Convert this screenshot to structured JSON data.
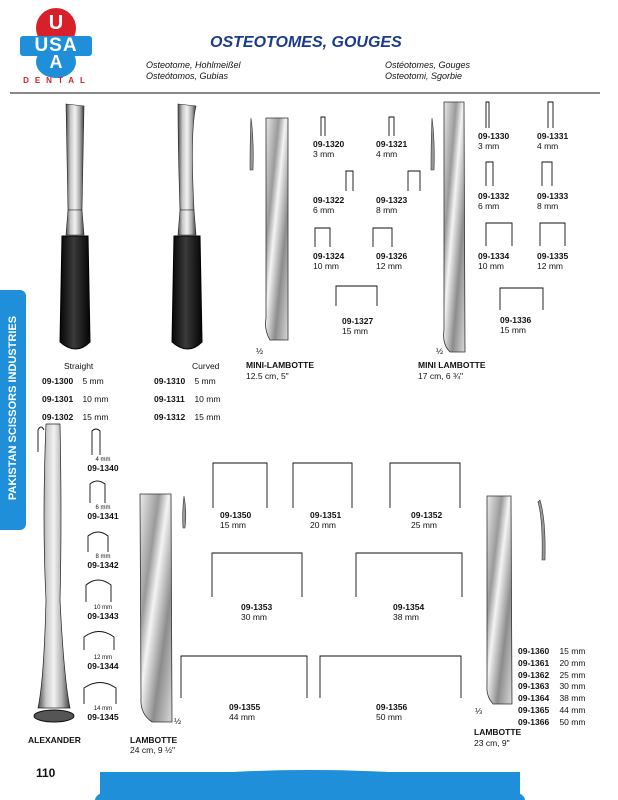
{
  "header": {
    "logo_top": "U",
    "logo_mid": "USA",
    "logo_bottom": "A",
    "logo_arc": "DENTAL",
    "title": "OSTEOTOMES, GOUGES",
    "subtitles": {
      "de": "Osteotome, Hohlmeißel",
      "es": "Osteótomos, Gubias",
      "fr": "Ostéotomes, Gouges",
      "it": "Osteotomi, Sgorbie"
    }
  },
  "side_tab": "PAKISTAN SCISSORS INDUSTRIES",
  "page_number": "110",
  "straight": {
    "title": "Straight",
    "items": [
      {
        "code": "09-1300",
        "size": "5 mm"
      },
      {
        "code": "09-1301",
        "size": "10 mm"
      },
      {
        "code": "09-1302",
        "size": "15 mm"
      }
    ]
  },
  "curved": {
    "title": "Curved",
    "items": [
      {
        "code": "09-1310",
        "size": "5 mm"
      },
      {
        "code": "09-1311",
        "size": "10 mm"
      },
      {
        "code": "09-1312",
        "size": "15 mm"
      }
    ]
  },
  "mini_lambotte_small": {
    "name": "MINI-LAMBOTTE",
    "dims": "12.5 cm, 5\"",
    "scale": "½",
    "items": [
      {
        "code": "09-1320",
        "size": "3 mm"
      },
      {
        "code": "09-1321",
        "size": "4 mm"
      },
      {
        "code": "09-1322",
        "size": "6 mm"
      },
      {
        "code": "09-1323",
        "size": "8 mm"
      },
      {
        "code": "09-1324",
        "size": "10 mm"
      },
      {
        "code": "09-1326",
        "size": "12 mm"
      },
      {
        "code": "09-1327",
        "size": "15 mm"
      }
    ]
  },
  "mini_lambotte_large": {
    "name": "MINI LAMBOTTE",
    "dims": "17 cm, 6 ¾\"",
    "scale": "½",
    "items": [
      {
        "code": "09-1330",
        "size": "3 mm"
      },
      {
        "code": "09-1331",
        "size": "4 mm"
      },
      {
        "code": "09-1332",
        "size": "6 mm"
      },
      {
        "code": "09-1333",
        "size": "8 mm"
      },
      {
        "code": "09-1334",
        "size": "10 mm"
      },
      {
        "code": "09-1335",
        "size": "12 mm"
      },
      {
        "code": "09-1336",
        "size": "15 mm"
      }
    ]
  },
  "alexander": {
    "name": "ALEXANDER",
    "items": [
      {
        "code": "09-1340",
        "size": "4 mm"
      },
      {
        "code": "09-1341",
        "size": "6 mm"
      },
      {
        "code": "09-1342",
        "size": "8 mm"
      },
      {
        "code": "09-1343",
        "size": "10 mm"
      },
      {
        "code": "09-1344",
        "size": "12 mm"
      },
      {
        "code": "09-1345",
        "size": "14 mm"
      }
    ]
  },
  "lambotte_left": {
    "name": "LAMBOTTE",
    "dims": "24 cm, 9 ½\"",
    "scale": "½",
    "items": [
      {
        "code": "09-1350",
        "size": "15 mm"
      },
      {
        "code": "09-1351",
        "size": "20 mm"
      },
      {
        "code": "09-1352",
        "size": "25 mm"
      },
      {
        "code": "09-1353",
        "size": "30 mm"
      },
      {
        "code": "09-1354",
        "size": "38 mm"
      },
      {
        "code": "09-1355",
        "size": "44 mm"
      },
      {
        "code": "09-1356",
        "size": "50 mm"
      }
    ]
  },
  "lambotte_right": {
    "name": "LAMBOTTE",
    "dims": "23 cm, 9\"",
    "scale": "⅓",
    "items": [
      {
        "code": "09-1360",
        "size": "15 mm"
      },
      {
        "code": "09-1361",
        "size": "20 mm"
      },
      {
        "code": "09-1362",
        "size": "25 mm"
      },
      {
        "code": "09-1363",
        "size": "30 mm"
      },
      {
        "code": "09-1364",
        "size": "38 mm"
      },
      {
        "code": "09-1365",
        "size": "44 mm"
      },
      {
        "code": "09-1366",
        "size": "50 mm"
      }
    ]
  },
  "colors": {
    "brand_blue": "#1e8fd8",
    "brand_red": "#d8202a",
    "title_blue": "#1a3a8c"
  }
}
